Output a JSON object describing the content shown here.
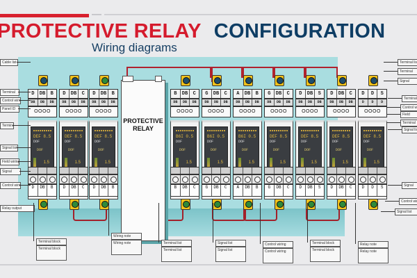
{
  "header": {
    "title_part1": "PROTECTIVE RELAY",
    "title_part2": "CONFIGURATION",
    "subtitle": "Wiring diagrams",
    "colors": {
      "title_red": "#d51b2d",
      "title_blue": "#0e3d64",
      "panel_bg": "#a9dde0",
      "wire": "#b0222e"
    }
  },
  "central_unit": {
    "label": "PROTECTIVE RELAY"
  },
  "modules": [
    {
      "terminals": [
        "D",
        "DB",
        "B"
      ],
      "code": "DEF 8.5",
      "plug": "blue"
    },
    {
      "terminals": [
        "D",
        "DB",
        "C"
      ],
      "code": "DEF 8.5",
      "plug": "blue"
    },
    {
      "terminals": [
        "D",
        "DB",
        "B"
      ],
      "code": "DEF 8.5",
      "plug": "green"
    },
    {
      "terminals": [
        "B",
        "DB",
        "C"
      ],
      "code": "B6I 0.5",
      "plug": "blue"
    },
    {
      "terminals": [
        "G",
        "DB",
        "C"
      ],
      "code": "B6I 0.5",
      "plug": "blue"
    },
    {
      "terminals": [
        "A",
        "DB",
        "B"
      ],
      "code": "B6I 0.5",
      "plug": "blue"
    },
    {
      "terminals": [
        "G",
        "DB",
        "C"
      ],
      "code": "DEF 8.5",
      "plug": "blue"
    },
    {
      "terminals": [
        "D",
        "DB",
        "S"
      ],
      "code": "DEF 8.5",
      "plug": "blue"
    },
    {
      "terminals": [
        "D",
        "DB",
        "C"
      ],
      "code": "DEF 8.5",
      "plug": "blue"
    },
    {
      "terminals": [
        "D",
        "D",
        "S"
      ],
      "code": "DEF 8.5",
      "plug": "blue"
    }
  ],
  "module_face": {
    "screw_label": "OOOO",
    "readout": "1.5",
    "sub_label": "DOF"
  },
  "callouts": {
    "left": [
      "Cable list",
      "Terminal",
      "Control wiring",
      "Panel ID",
      "Terminal",
      "Signal list",
      "Field wiring",
      "Signal",
      "Control wiring",
      "Relay output"
    ],
    "right": [
      "Terminal list",
      "Terminal",
      "Signal",
      "Terminal block",
      "Control wiring",
      "Field",
      "Terminal",
      "Signal list",
      "Signal",
      "Control wiring",
      "Signal list"
    ],
    "bottom": [
      "Terminal block",
      "Wiring note",
      "Terminal list",
      "Signal list",
      "Control wiring",
      "Terminal block",
      "Relay note"
    ]
  }
}
